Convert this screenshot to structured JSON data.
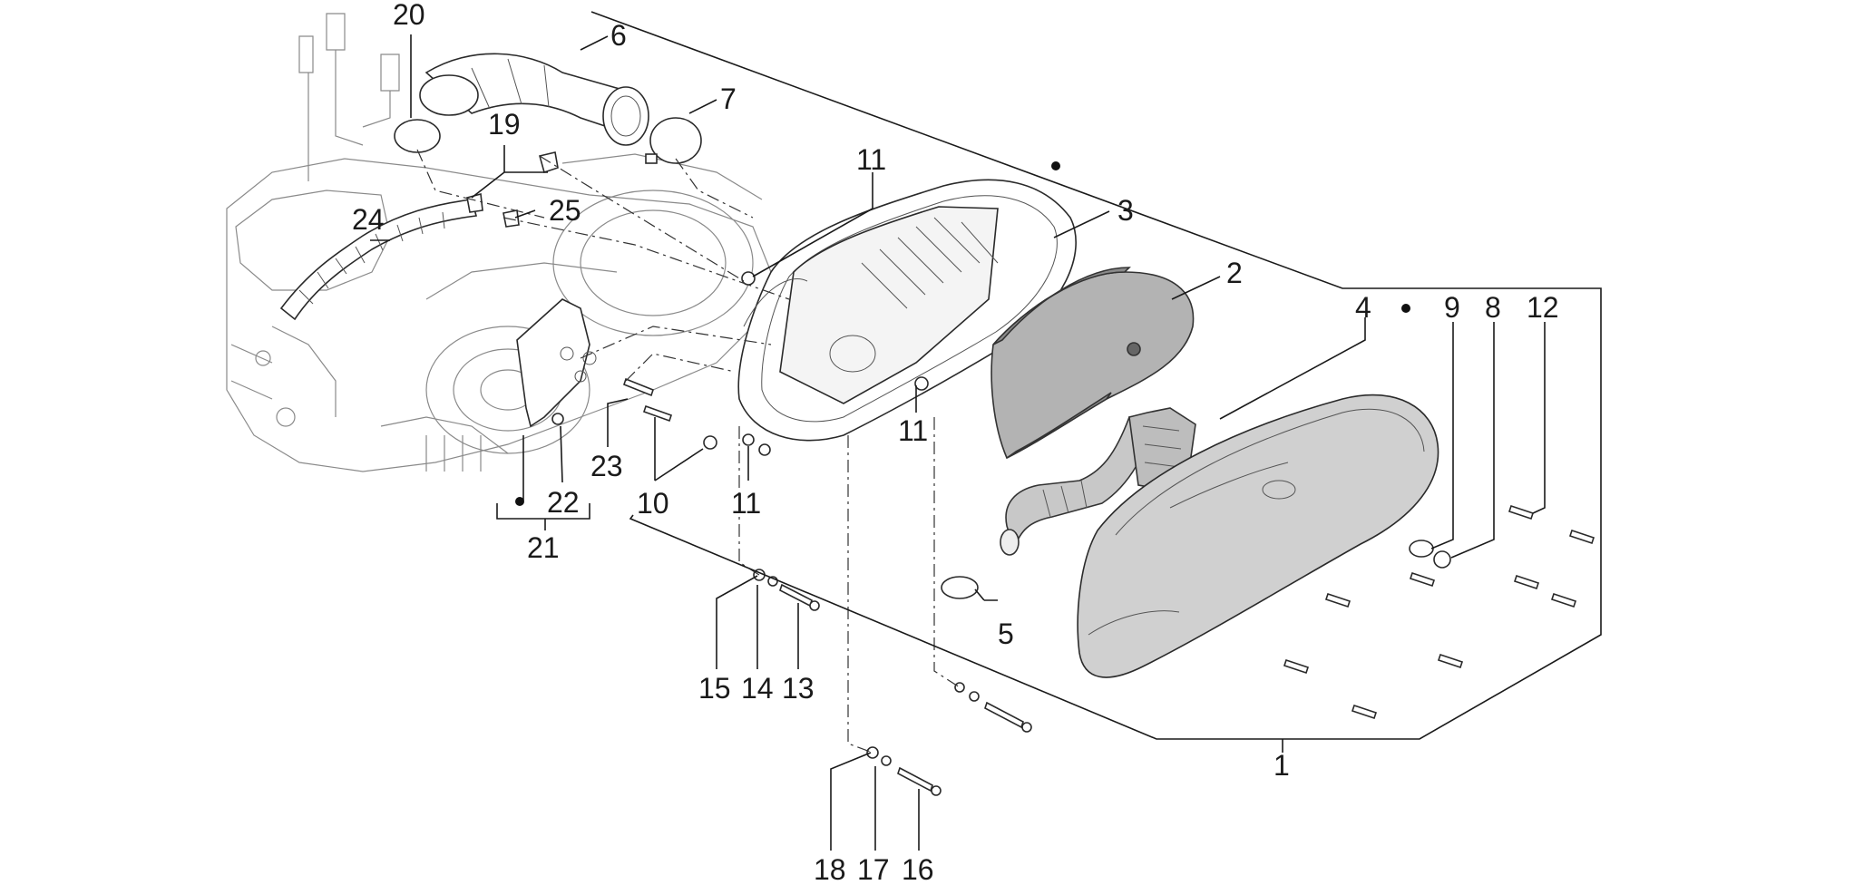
{
  "labels": {
    "p1": "1",
    "p2": "2",
    "p3": "3",
    "p4": "4",
    "p5": "5",
    "p6": "6",
    "p7": "7",
    "p8": "8",
    "p9": "9",
    "p10": "10",
    "p11a": "11",
    "p11b": "11",
    "p11c": "11",
    "p12": "12",
    "p13": "13",
    "p14": "14",
    "p15": "15",
    "p16": "16",
    "p17": "17",
    "p18": "18",
    "p19": "19",
    "p20": "20",
    "p21": "21",
    "p22": "22",
    "p23": "23",
    "p24": "24",
    "p25": "25"
  }
}
